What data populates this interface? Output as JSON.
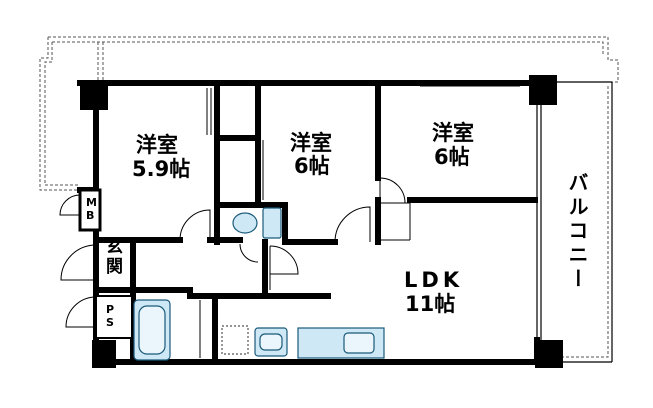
{
  "rooms": {
    "west_bedroom": {
      "name": "洋室",
      "size": "5.9帖"
    },
    "middle_bedroom": {
      "name": "洋室",
      "size": "6帖"
    },
    "east_bedroom": {
      "name": "洋室",
      "size": "6帖"
    },
    "entrance": {
      "name": "玄\n関"
    },
    "ldk": {
      "name": "LDK",
      "size": "11帖"
    },
    "balcony": {
      "name": "バルコニー"
    }
  },
  "labels": {
    "meter_box": "M\nB",
    "pipe_space": "P\nS"
  },
  "colors": {
    "wall": "#000000",
    "fixture_fill": "#cfe8f5",
    "fixture_stroke": "#1a5a7a",
    "dashed": "#555555"
  }
}
